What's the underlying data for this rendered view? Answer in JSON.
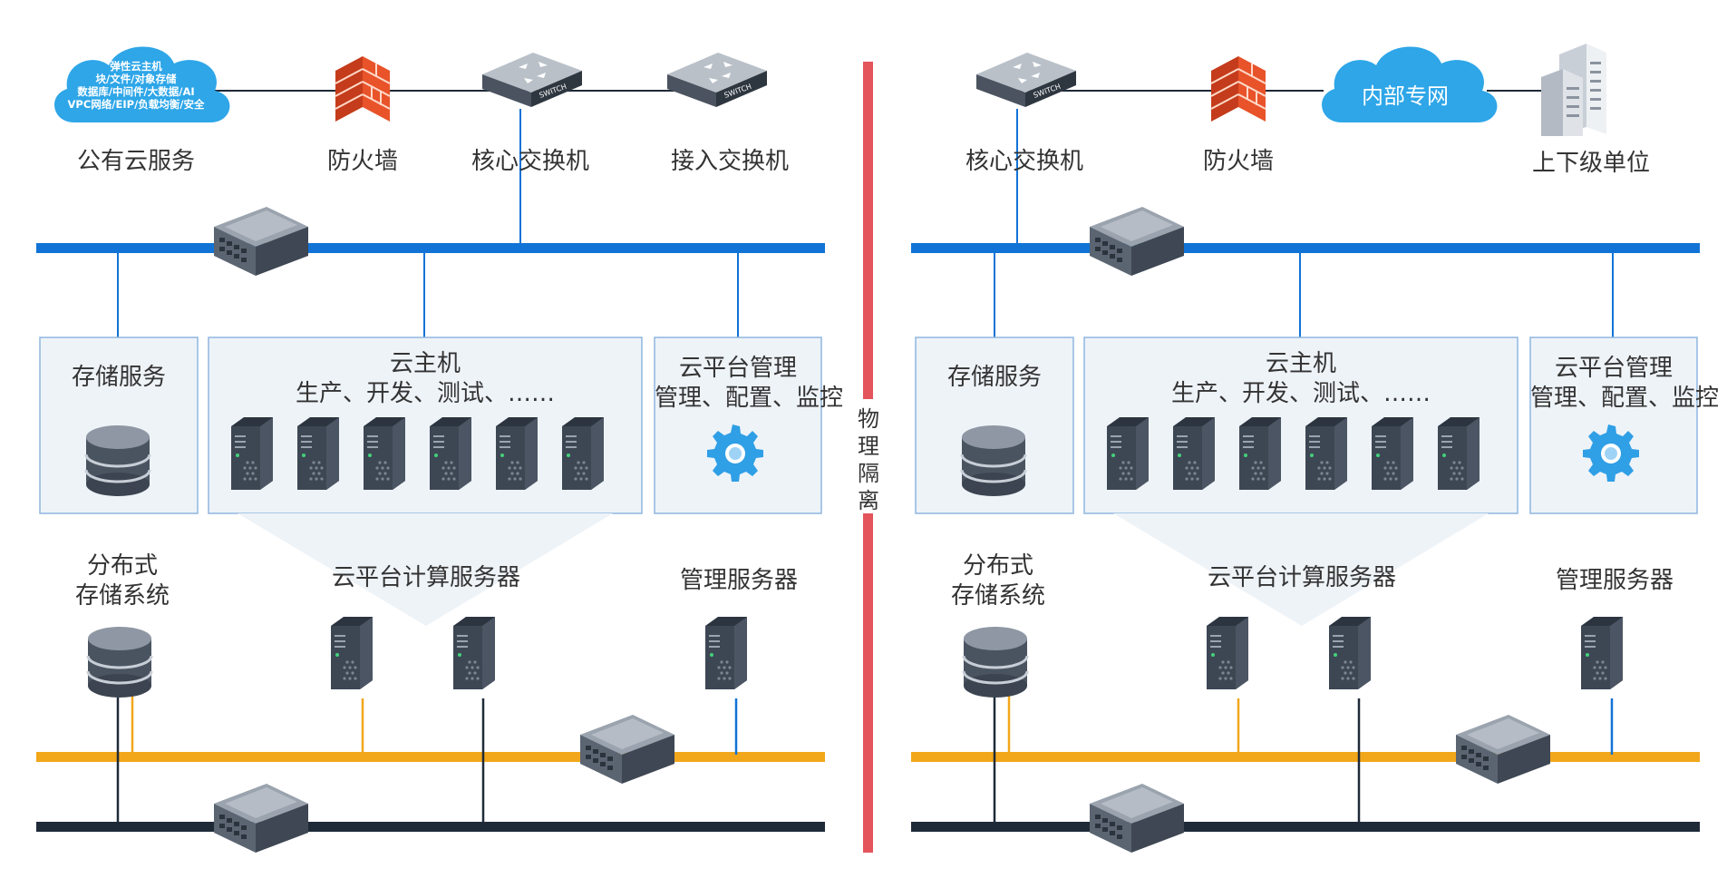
{
  "colors": {
    "blue_bus": "#1173d6",
    "orange_bus": "#f2a71b",
    "dark_bus": "#1f2a38",
    "divider": "#e3545b",
    "panel_fill": "#eef3f8",
    "panel_border": "#8fb6e0",
    "cloud": "#2ea6e8",
    "firewall": "#e8532a",
    "server_dark": "#3d4754",
    "gear": "#2f9fe6"
  },
  "divider_label": [
    "物",
    "理",
    "隔",
    "离"
  ],
  "left": {
    "top": {
      "cloud_lines": [
        "弹性云主机",
        "块/文件/对象存储",
        "数据库/中间件/大数据/AI",
        "VPC网络/EIP/负载均衡/安全"
      ],
      "public_cloud": "公有云服务",
      "firewall": "防火墙",
      "core_switch": "核心交换机",
      "access_switch": "接入交换机"
    },
    "storage_service": "存储服务",
    "vm_title": "云主机",
    "vm_sub": "生产、开发、测试、……",
    "mgmt_title": "云平台管理",
    "mgmt_sub": "管理、配置、监控",
    "dist_storage_1": "分布式",
    "dist_storage_2": "存储系统",
    "compute_servers": "云平台计算服务器",
    "mgmt_servers": "管理服务器"
  },
  "right": {
    "top": {
      "core_switch": "核心交换机",
      "firewall": "防火墙",
      "private_net": "内部专网",
      "units": "上下级单位"
    },
    "storage_service": "存储服务",
    "vm_title": "云主机",
    "vm_sub": "生产、开发、测试、……",
    "mgmt_title": "云平台管理",
    "mgmt_sub": "管理、配置、监控",
    "dist_storage_1": "分布式",
    "dist_storage_2": "存储系统",
    "compute_servers": "云平台计算服务器",
    "mgmt_servers": "管理服务器"
  }
}
